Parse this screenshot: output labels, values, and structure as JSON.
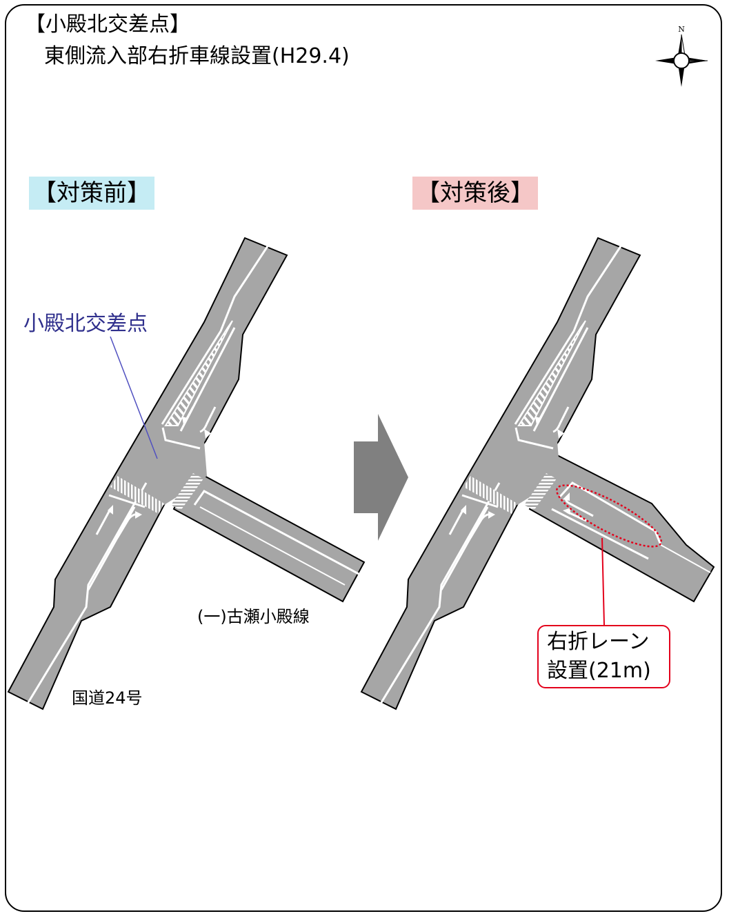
{
  "title": {
    "line1": "【小殿北交差点】",
    "line2": "東側流入部右折車線設置(H29.4)"
  },
  "compass": {
    "north_label": "N",
    "icon": "compass-rose-icon"
  },
  "panels": {
    "before_label": "【対策前】",
    "after_label": "【対策後】"
  },
  "labels": {
    "intersection": "小殿北交差点",
    "prefectural_road": "(一)古瀬小殿線",
    "national_road": "国道24号"
  },
  "callout": {
    "line1": "右折レーン",
    "line2": "設置(21m)"
  },
  "colors": {
    "road": "#a6a6a6",
    "intersection_label": "#2f2f8c",
    "callout_border": "#e3001b",
    "before_label_bg": "#c5ecf4",
    "after_label_bg": "#f5c7c7",
    "arrow": "#808080"
  }
}
